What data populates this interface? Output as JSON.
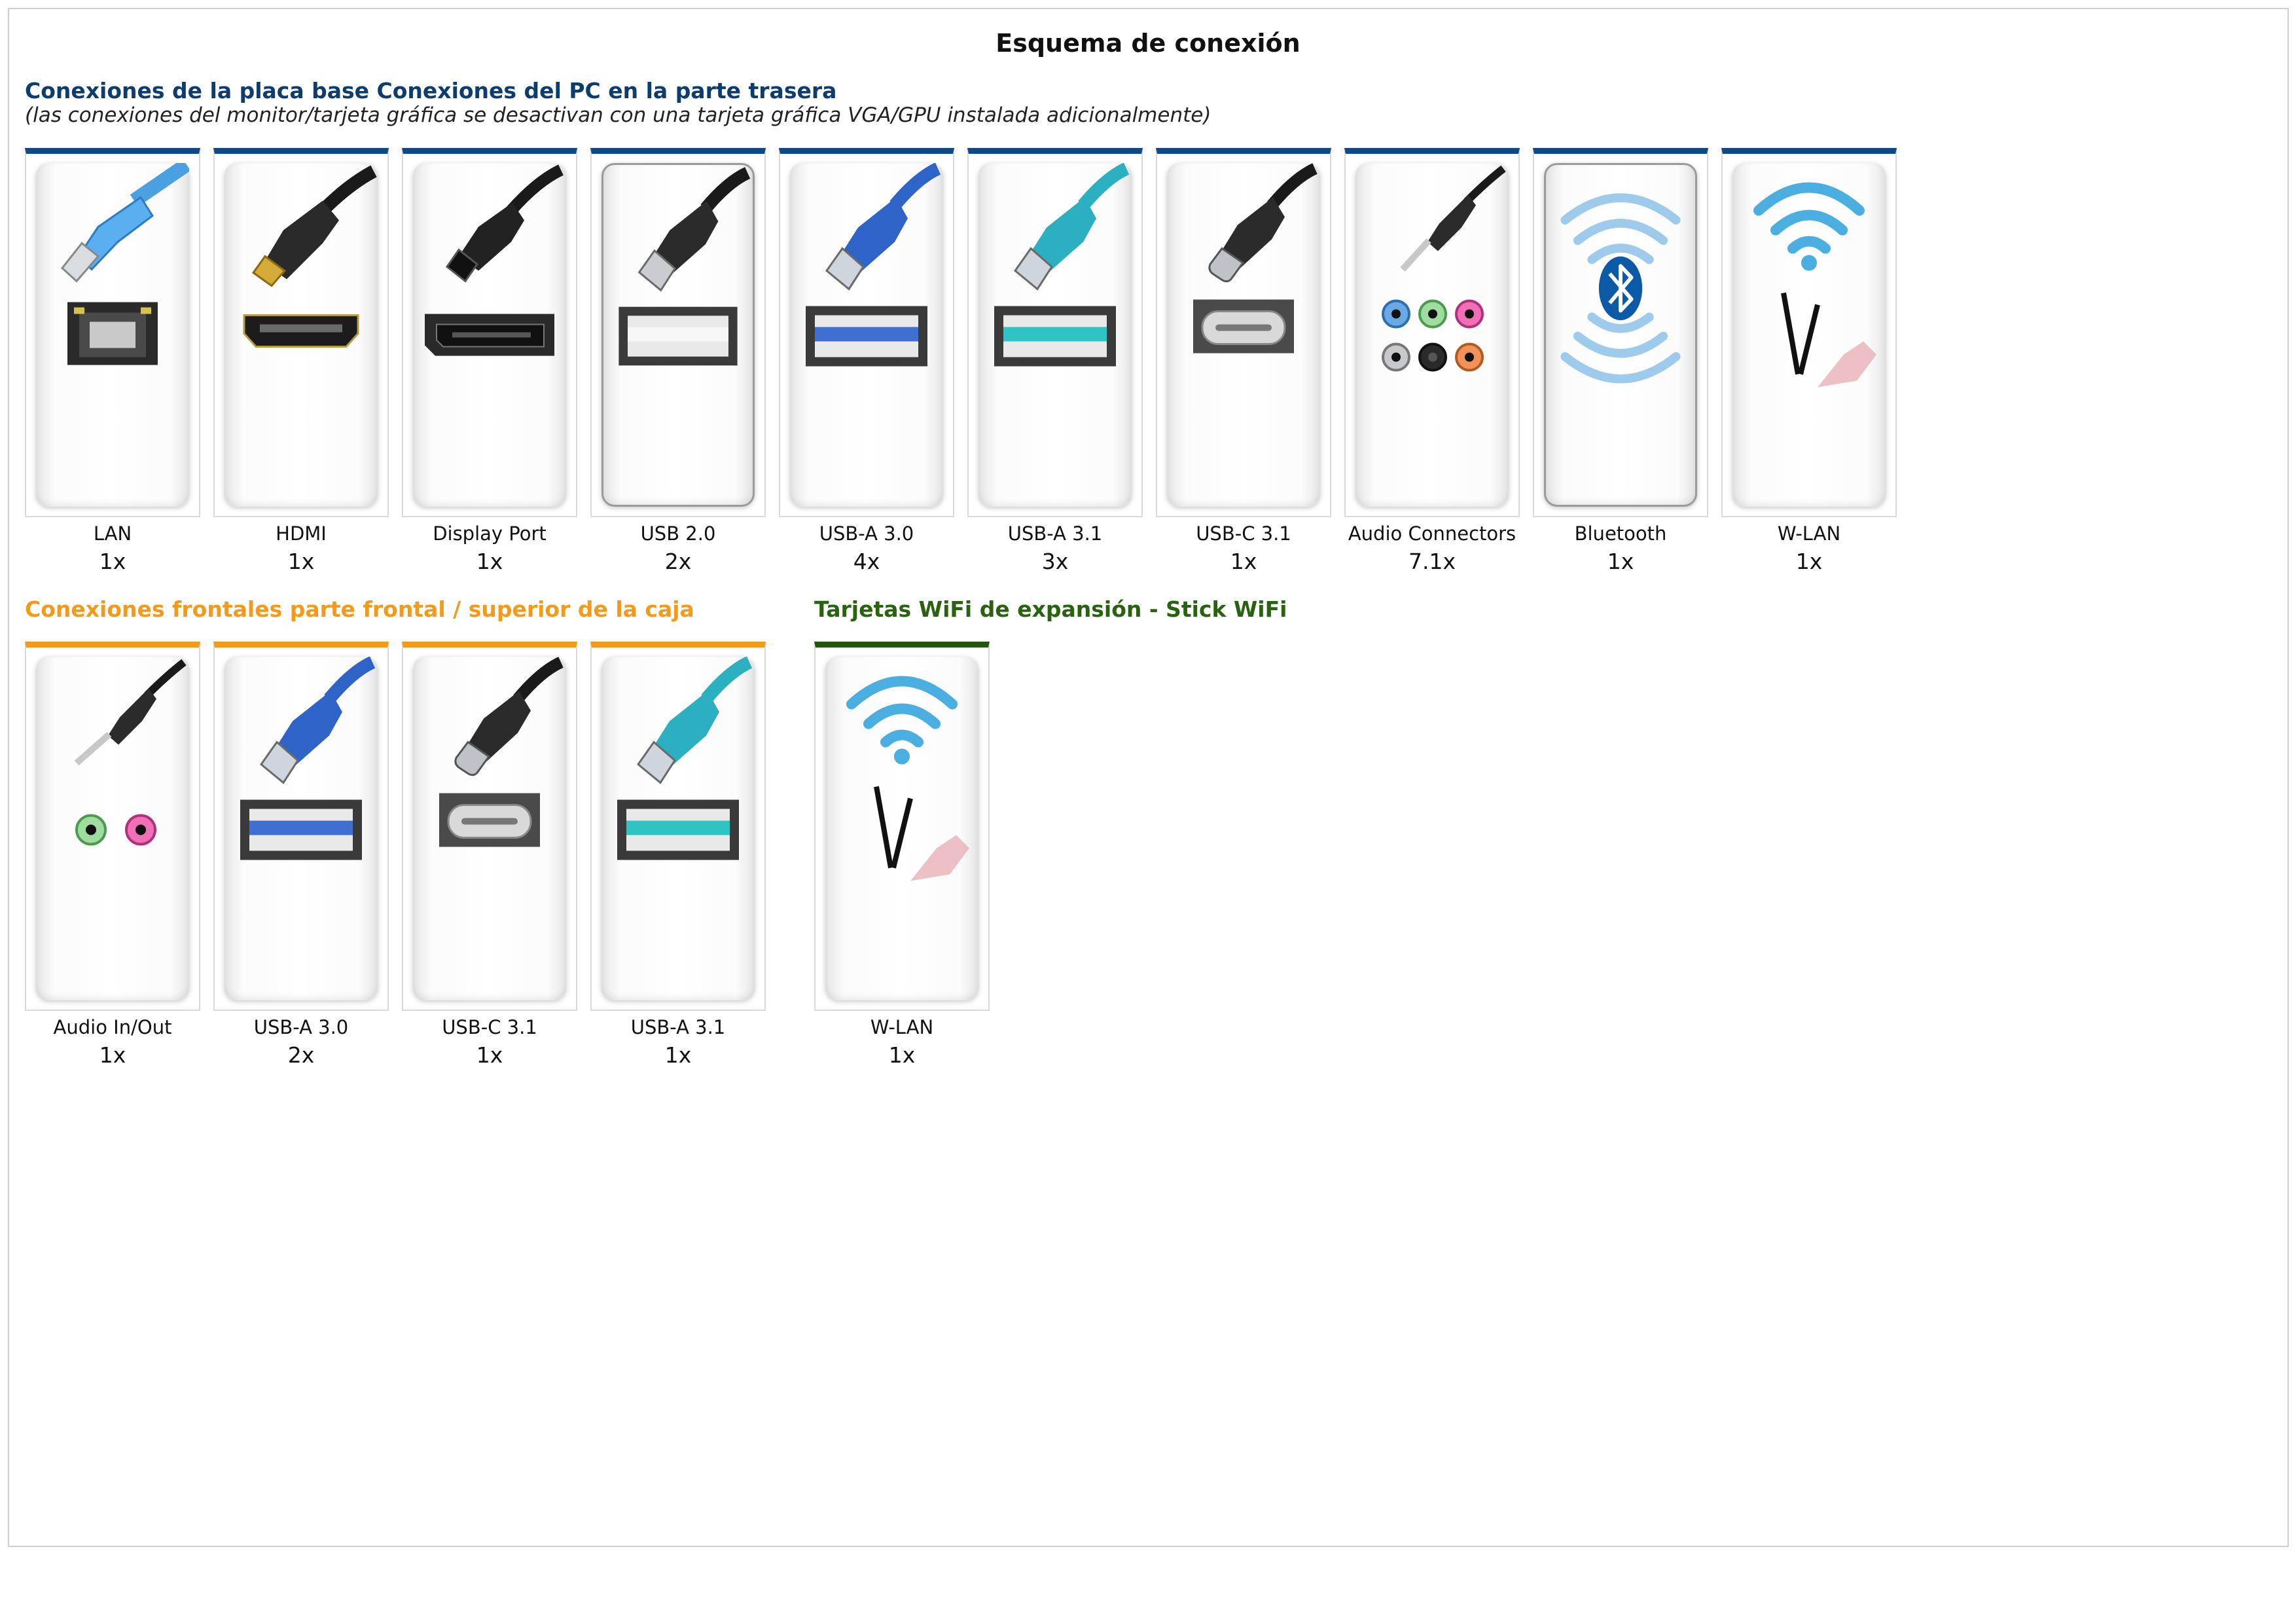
{
  "title": "Esquema de conexión",
  "rear": {
    "heading": "Conexiones de la placa base Conexiones del PC en la parte trasera",
    "note": "(las conexiones del monitor/tarjeta gráfica se desactivan con una tarjeta gráfica VGA/GPU instalada adicionalmente)",
    "items": [
      {
        "label": "LAN",
        "count": "1x",
        "icon": "lan-icon"
      },
      {
        "label": "HDMI",
        "count": "1x",
        "icon": "hdmi-icon"
      },
      {
        "label": "Display Port",
        "count": "1x",
        "icon": "displayport-icon"
      },
      {
        "label": "USB 2.0",
        "count": "2x",
        "icon": "usb-2-icon"
      },
      {
        "label": "USB-A 3.0",
        "count": "4x",
        "icon": "usb-a-30-icon"
      },
      {
        "label": "USB-A 3.1",
        "count": "3x",
        "icon": "usb-a-31-icon"
      },
      {
        "label": "USB-C 3.1",
        "count": "1x",
        "icon": "usb-c-icon"
      },
      {
        "label": "Audio Connectors",
        "count": "7.1x",
        "icon": "audio-connectors-icon"
      },
      {
        "label": "Bluetooth",
        "count": "1x",
        "icon": "bluetooth-icon"
      },
      {
        "label": "W-LAN",
        "count": "1x",
        "icon": "wlan-icon"
      }
    ]
  },
  "front": {
    "heading": "Conexiones frontales parte frontal / superior de la caja",
    "items": [
      {
        "label": "Audio In/Out",
        "count": "1x",
        "icon": "audio-in-out-icon"
      },
      {
        "label": "USB-A 3.0",
        "count": "2x",
        "icon": "usb-a-30-icon"
      },
      {
        "label": "USB-C 3.1",
        "count": "1x",
        "icon": "usb-c-icon"
      },
      {
        "label": "USB-A 3.1",
        "count": "1x",
        "icon": "usb-a-31-icon"
      }
    ]
  },
  "wifi": {
    "heading": "Tarjetas WiFi de expansión - Stick WiFi",
    "items": [
      {
        "label": "W-LAN",
        "count": "1x",
        "icon": "wlan-icon"
      }
    ]
  },
  "colors": {
    "rear_accent": "#0d4a86",
    "front_accent": "#f39a1b",
    "wifi_accent": "#22550f",
    "usb2_plug": "#2b2b2b",
    "usb30_plug": "#2e63c8",
    "usb31_plug": "#2ab0c0"
  }
}
